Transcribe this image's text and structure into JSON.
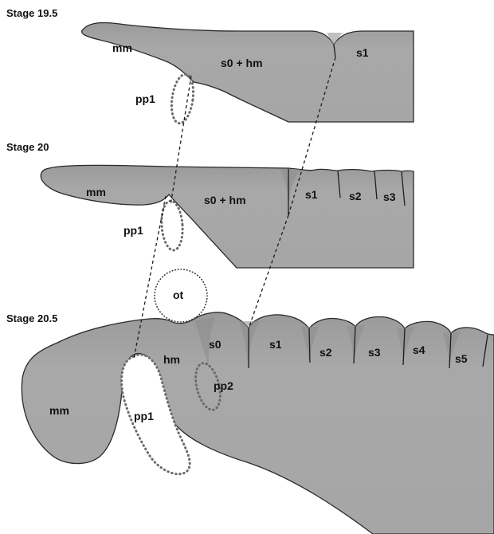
{
  "stages": [
    {
      "title": "Stage 19.5",
      "labels": {
        "mm": "mm",
        "s0hm": "s0 + hm",
        "s1": "s1",
        "pp1": "pp1"
      }
    },
    {
      "title": "Stage 20",
      "labels": {
        "mm": "mm",
        "s0hm": "s0 + hm",
        "s1": "s1",
        "s2": "s2",
        "s3": "s3",
        "pp1": "pp1"
      }
    },
    {
      "title": "Stage 20.5",
      "labels": {
        "ot": "ot",
        "hm": "hm",
        "s0": "s0",
        "s1": "s1",
        "s2": "s2",
        "s3": "s3",
        "s4": "s4",
        "s5": "s5",
        "mm": "mm",
        "pp1": "pp1",
        "pp2": "pp2"
      }
    }
  ],
  "colors": {
    "tissue": "#a3a3a3",
    "tissue_light": "#b8b8b8",
    "outline": "#2a2a2a",
    "dotted": "#6a6a6a"
  }
}
